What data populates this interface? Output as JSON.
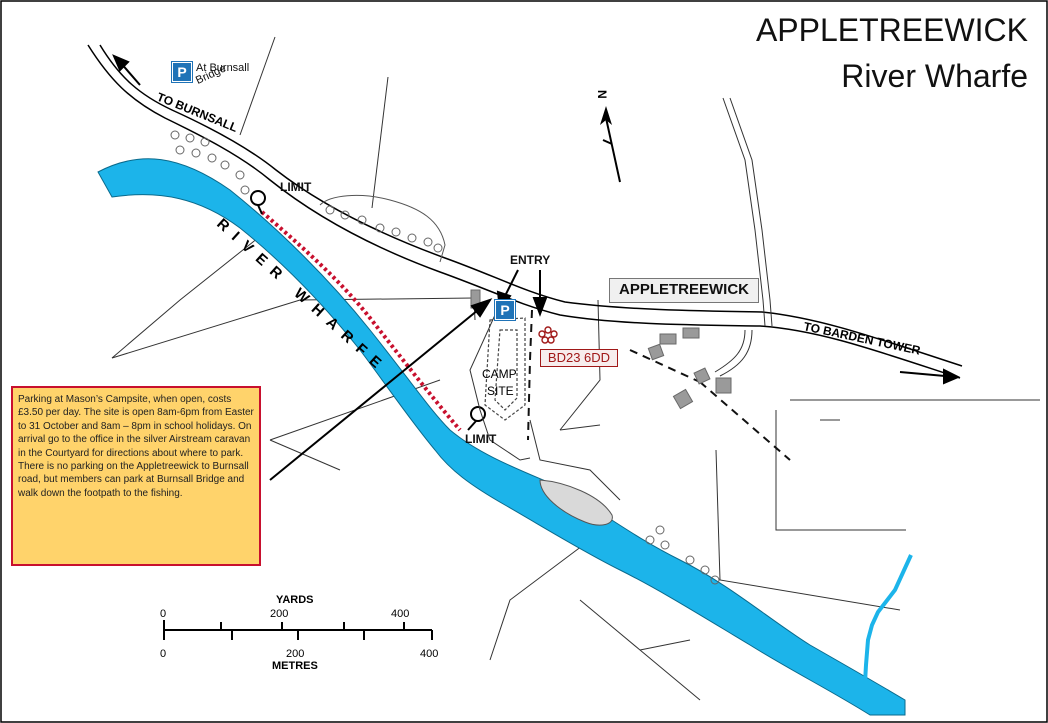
{
  "title": {
    "line1": "APPLETREEWICK",
    "line2": "River Wharfe"
  },
  "labels": {
    "to_burnsall": "TO BURNSALL",
    "to_barden_tower": "TO BARDEN TOWER",
    "river_wharfe": "RIVER WHARFE",
    "limit_top": "LIMIT",
    "limit_bottom": "LIMIT",
    "entry": "ENTRY",
    "appletreewick": "APPLETREEWICK",
    "camp": "CAMP",
    "site": "SITE",
    "postcode": "BD23 6DD",
    "north": "N",
    "parking_letter": "P",
    "burnsall_bridge_line1": "At Burnsall",
    "burnsall_bridge_line2": "Bridge"
  },
  "info_box": {
    "paragraph1": "Parking at Mason’s Campsite, when open, costs £3.50 per day. The site is open 8am-6pm from Easter to 31 October and 8am – 8pm in school holidays. On arrival go to the office in the silver Airstream caravan in the Courtyard for directions about where to park.",
    "paragraph2": "There is no parking on the Appletreewick to Burnsall road, but members can park at Burnsall Bridge and walk down the footpath to the fishing."
  },
  "scale": {
    "yards_label": "YARDS",
    "metres_label": "METRES",
    "yards_ticks": [
      "0",
      "200",
      "400"
    ],
    "metres_ticks": [
      "0",
      "200",
      "400"
    ]
  },
  "colors": {
    "river": "#1cb4ea",
    "fishing_limit": "#c8102e",
    "parking": "#1f73b7",
    "info_fill": "#ffd36b",
    "postcode": "#a01818"
  }
}
